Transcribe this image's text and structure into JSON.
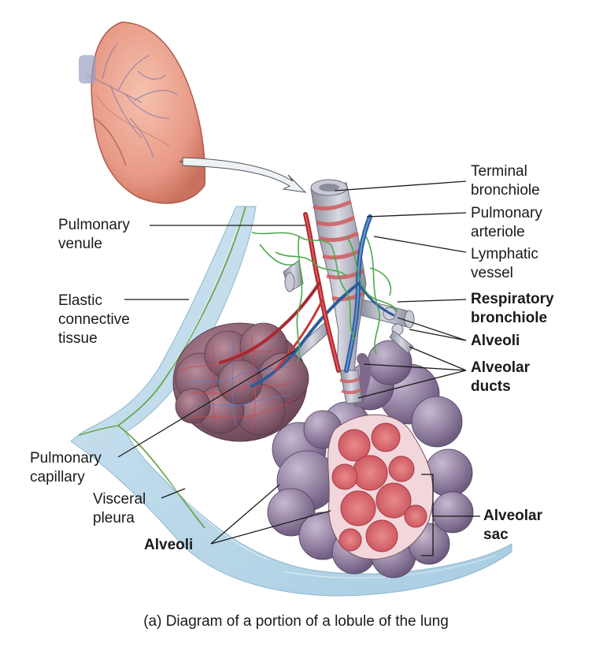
{
  "labels": {
    "terminal_bronchiole": [
      "Terminal",
      "bronchiole"
    ],
    "pulmonary_arteriole": [
      "Pulmonary",
      "arteriole"
    ],
    "lymphatic_vessel": [
      "Lymphatic",
      "vessel"
    ],
    "respiratory_bronchiole": [
      "Respiratory",
      "bronchiole"
    ],
    "alveoli_right": "Alveoli",
    "alveolar_ducts": [
      "Alveolar",
      "ducts"
    ],
    "alveolar_sac": [
      "Alveolar",
      "sac"
    ],
    "pulmonary_venule": [
      "Pulmonary",
      "venule"
    ],
    "elastic_connective_tissue": [
      "Elastic",
      "connective",
      "tissue"
    ],
    "pulmonary_capillary": [
      "Pulmonary",
      "capillary"
    ],
    "visceral_pleura": [
      "Visceral",
      "pleura"
    ],
    "alveoli_left": "Alveoli"
  },
  "caption": "(a) Diagram of a portion of a lobule of the lung",
  "colors": {
    "lung": "#e89a86",
    "alveolar_sac_outer": "#8c7896",
    "alveolar_sac_cut": "#d9686e",
    "pleura": "#b9d6e8",
    "artery": "#c8383c",
    "vein": "#3a6fb0",
    "lymph": "#4caa4c"
  }
}
